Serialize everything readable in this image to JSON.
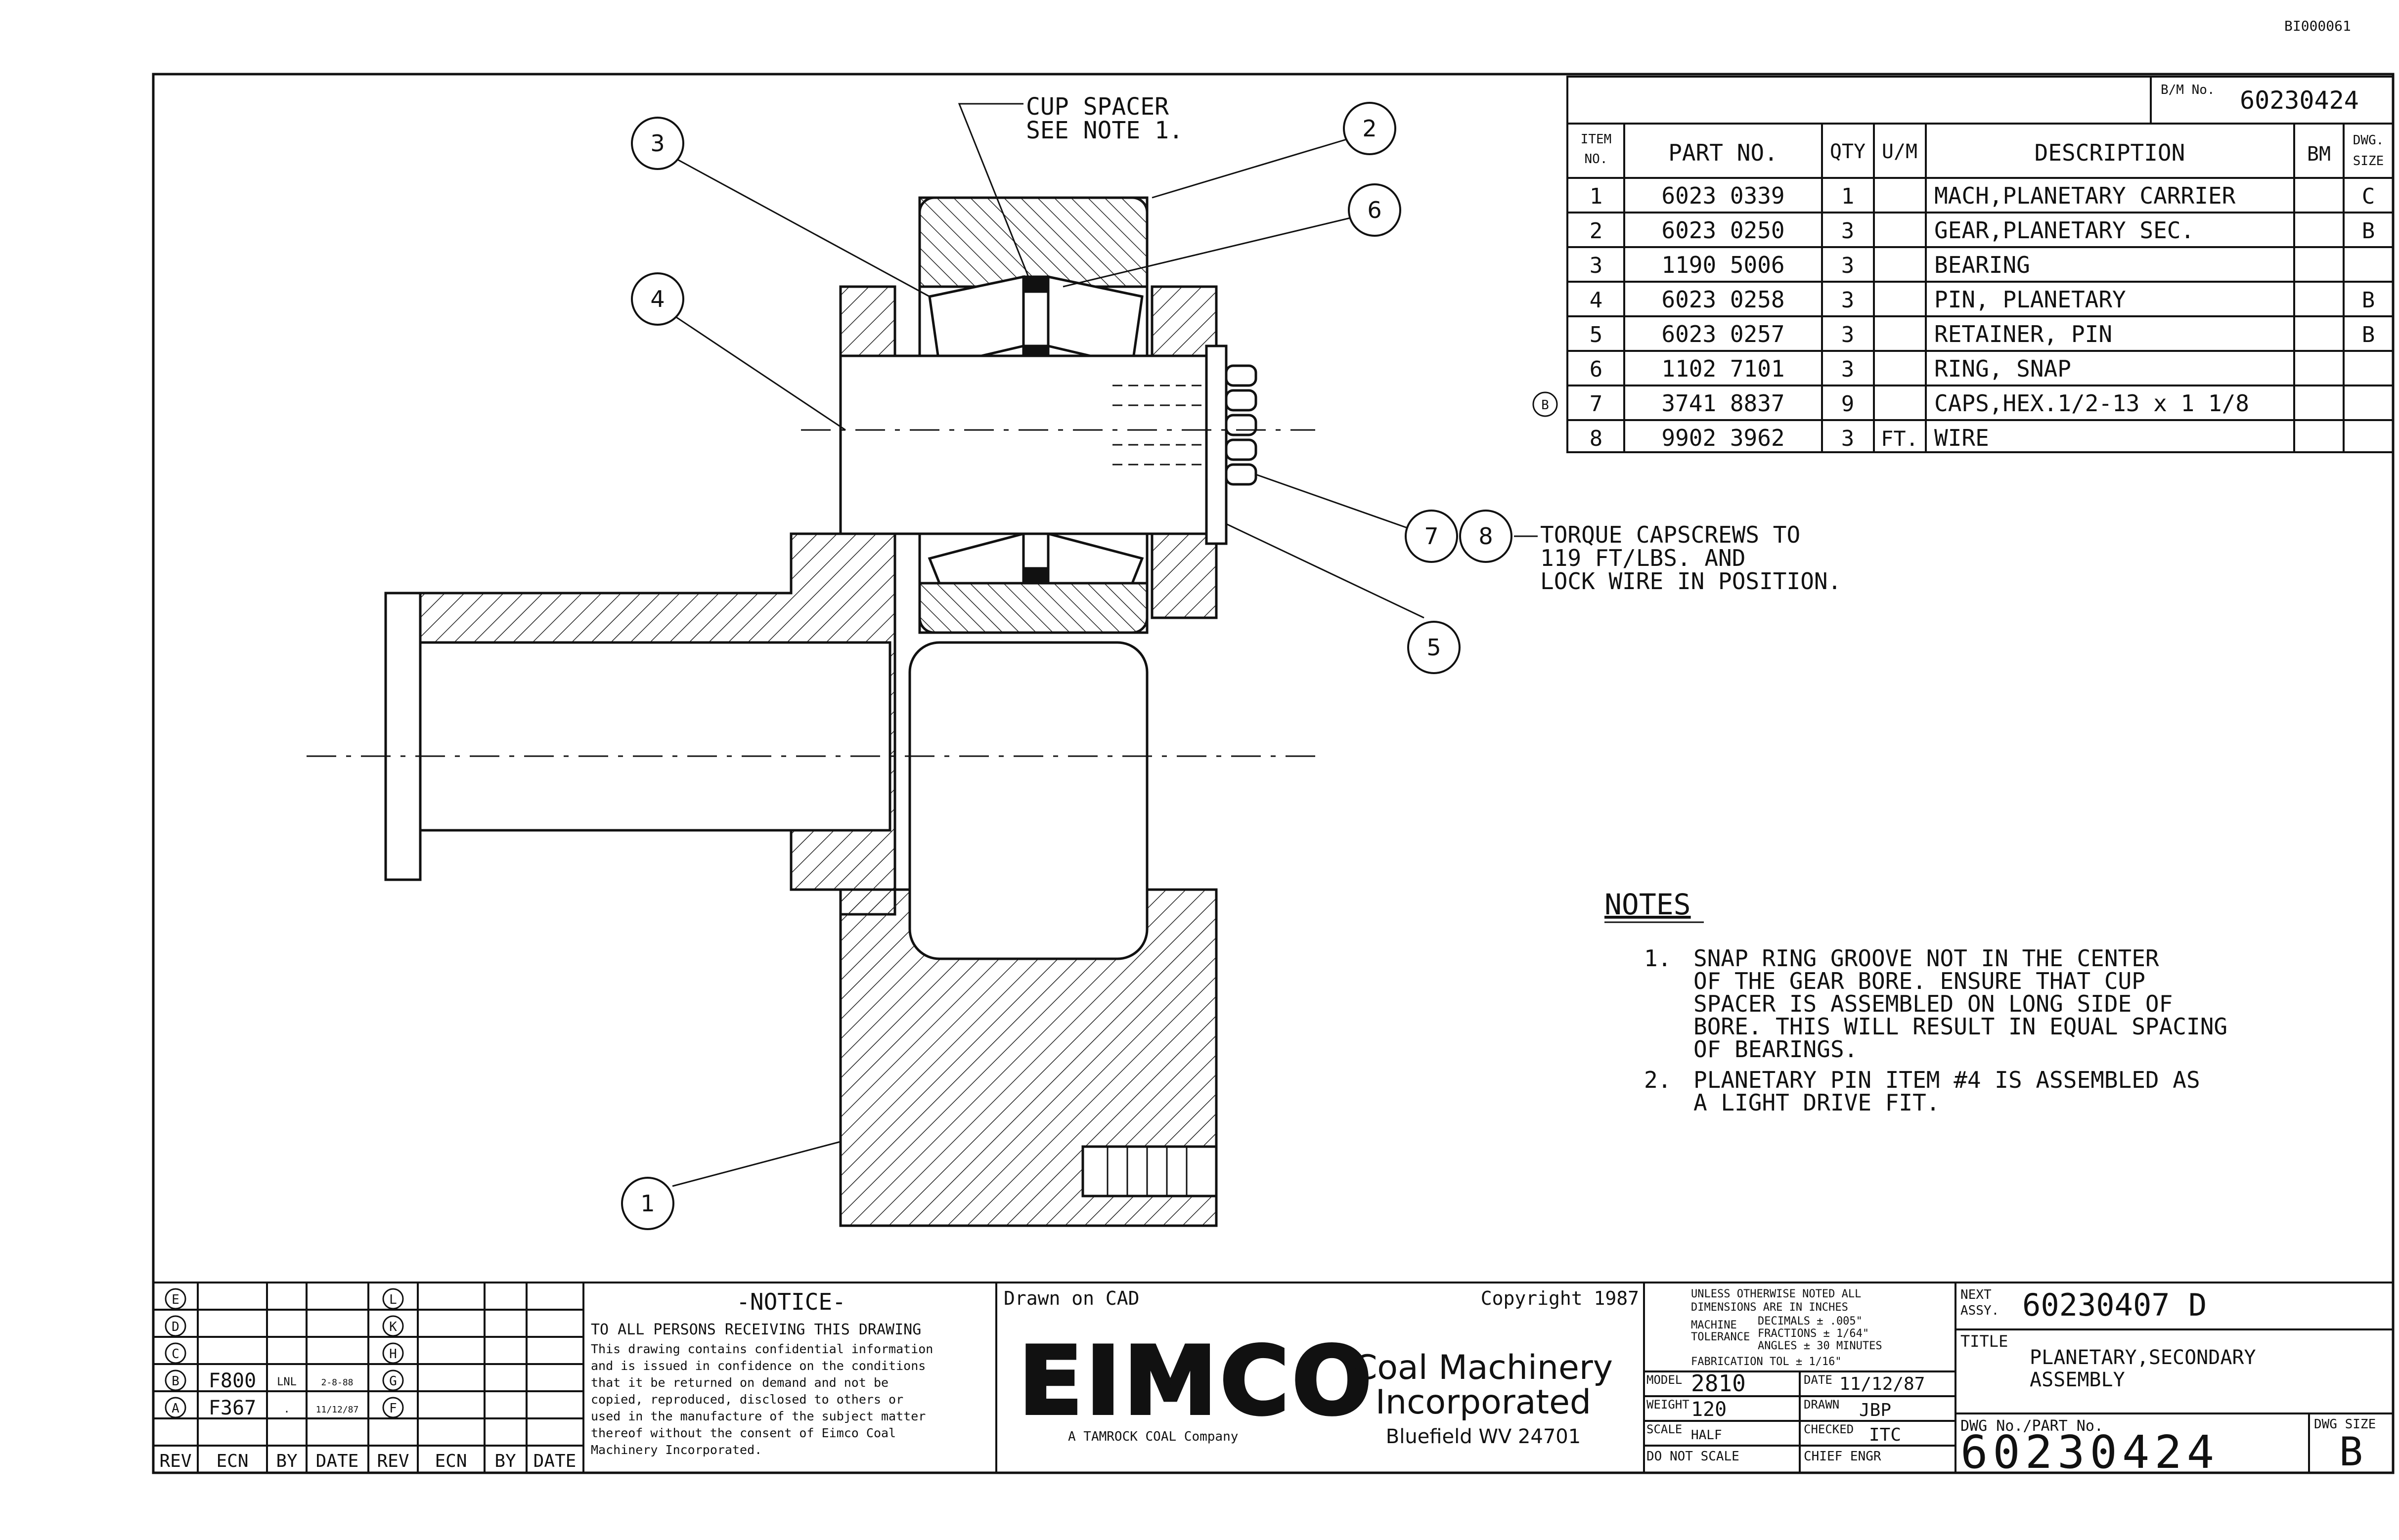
{
  "sheet_id": "BI000061",
  "drawing": {
    "callout_cup_spacer": [
      "CUP SPACER",
      "SEE NOTE 1."
    ],
    "callout_torque": [
      "TORQUE CAPSCREWS TO",
      "119 FT/LBS. AND",
      "LOCK WIRE IN POSITION."
    ],
    "balloons": [
      "1",
      "2",
      "3",
      "4",
      "5",
      "6",
      "7",
      "8"
    ]
  },
  "bom": {
    "bm_label": "B/M No.",
    "bm_number": "60230424",
    "headers": {
      "item": [
        "ITEM",
        "NO."
      ],
      "part": "PART NO.",
      "qty": "QTY",
      "um": "U/M",
      "desc": "DESCRIPTION",
      "bm": "BM",
      "size": [
        "DWG.",
        "SIZE"
      ]
    },
    "rows": [
      {
        "item": "1",
        "part": "6023 0339",
        "qty": "1",
        "um": "",
        "desc": "MACH,PLANETARY CARRIER",
        "bm": "",
        "size": "C",
        "rev": ""
      },
      {
        "item": "2",
        "part": "6023 0250",
        "qty": "3",
        "um": "",
        "desc": "GEAR,PLANETARY SEC.",
        "bm": "",
        "size": "B",
        "rev": ""
      },
      {
        "item": "3",
        "part": "1190 5006",
        "qty": "3",
        "um": "",
        "desc": "BEARING",
        "bm": "",
        "size": "",
        "rev": ""
      },
      {
        "item": "4",
        "part": "6023 0258",
        "qty": "3",
        "um": "",
        "desc": "PIN, PLANETARY",
        "bm": "",
        "size": "B",
        "rev": ""
      },
      {
        "item": "5",
        "part": "6023 0257",
        "qty": "3",
        "um": "",
        "desc": "RETAINER, PIN",
        "bm": "",
        "size": "B",
        "rev": ""
      },
      {
        "item": "6",
        "part": "1102 7101",
        "qty": "3",
        "um": "",
        "desc": "RING, SNAP",
        "bm": "",
        "size": "",
        "rev": ""
      },
      {
        "item": "7",
        "part": "3741 8837",
        "qty": "9",
        "um": "",
        "desc": "CAPS,HEX.1/2-13 x 1 1/8",
        "bm": "",
        "size": "",
        "rev": "B"
      },
      {
        "item": "8",
        "part": "9902 3962",
        "qty": "3",
        "um": "FT.",
        "desc": "WIRE",
        "bm": "",
        "size": "",
        "rev": ""
      }
    ]
  },
  "notes": {
    "title": "NOTES",
    "items": [
      {
        "num": "1.",
        "lines": [
          "SNAP RING GROOVE NOT IN THE CENTER",
          "OF THE GEAR BORE. ENSURE THAT CUP",
          "SPACER IS ASSEMBLED ON LONG SIDE OF",
          "BORE. THIS WILL RESULT IN EQUAL SPACING",
          "OF BEARINGS."
        ]
      },
      {
        "num": "2.",
        "lines": [
          "PLANETARY PIN ITEM #4 IS ASSEMBLED AS",
          "A LIGHT DRIVE FIT."
        ]
      }
    ]
  },
  "revisions": {
    "left": [
      {
        "rev": "E",
        "ecn": "",
        "by": "",
        "date": ""
      },
      {
        "rev": "D",
        "ecn": "",
        "by": "",
        "date": ""
      },
      {
        "rev": "C",
        "ecn": "",
        "by": "",
        "date": ""
      },
      {
        "rev": "B",
        "ecn": "F800",
        "by": "LNL",
        "date": "2-8-88"
      },
      {
        "rev": "A",
        "ecn": "F367",
        "by": ".",
        "date": "11/12/87"
      }
    ],
    "right": [
      "L",
      "K",
      "H",
      "G",
      "F"
    ],
    "footer": [
      "REV",
      "ECN",
      "BY",
      "DATE",
      "REV",
      "ECN",
      "BY",
      "DATE"
    ]
  },
  "notice": {
    "title": "-NOTICE-",
    "subtitle": "TO ALL PERSONS RECEIVING THIS DRAWING",
    "lines": [
      "This drawing contains confidential information",
      "and is issued in confidence on the conditions",
      "that it be returned on demand and not be",
      "copied, reproduced, disclosed to others or",
      "used in the manufacture of the subject matter",
      "thereof without the consent of Eimco Coal",
      "Machinery Incorporated."
    ]
  },
  "company": {
    "drawn_on": "Drawn on CAD",
    "copyright": "Copyright 1987",
    "logo": "EIMCO",
    "tagline": "A TAMROCK COAL Company",
    "name_1": "Coal Machinery",
    "name_2": "Incorporated",
    "city": "Bluefield WV 24701"
  },
  "tolerance": {
    "lines": [
      "UNLESS OTHERWISE NOTED ALL",
      "DIMENSIONS ARE IN INCHES"
    ],
    "machine_label": [
      "MACHINE",
      "TOLERANCE"
    ],
    "machine_values": [
      "DECIMALS ± .005\"",
      "FRACTIONS ± 1/64\"",
      "ANGLES ± 30 MINUTES"
    ],
    "fabrication": "FABRICATION TOL ± 1/16\""
  },
  "fields": {
    "model_label": "MODEL",
    "model": "2810",
    "date_label": "DATE",
    "date": "11/12/87",
    "weight_label": "WEIGHT",
    "weight": "120",
    "drawn_label": "DRAWN",
    "drawn": "JBP",
    "scale_label": "SCALE",
    "scale": "HALF",
    "checked_label": "CHECKED",
    "checked": "ITC",
    "do_not_scale": "DO NOT SCALE",
    "chief_label": "CHIEF ENGR"
  },
  "title_block": {
    "next_assy_label": [
      "NEXT",
      "ASSY."
    ],
    "next_assy": "60230407 D",
    "title_label": "TITLE",
    "title_1": "PLANETARY,SECONDARY",
    "title_2": "ASSEMBLY",
    "dwg_label": "DWG No./PART No.",
    "dwg_number": "60230424",
    "size_label": "DWG SIZE",
    "size": "B"
  }
}
